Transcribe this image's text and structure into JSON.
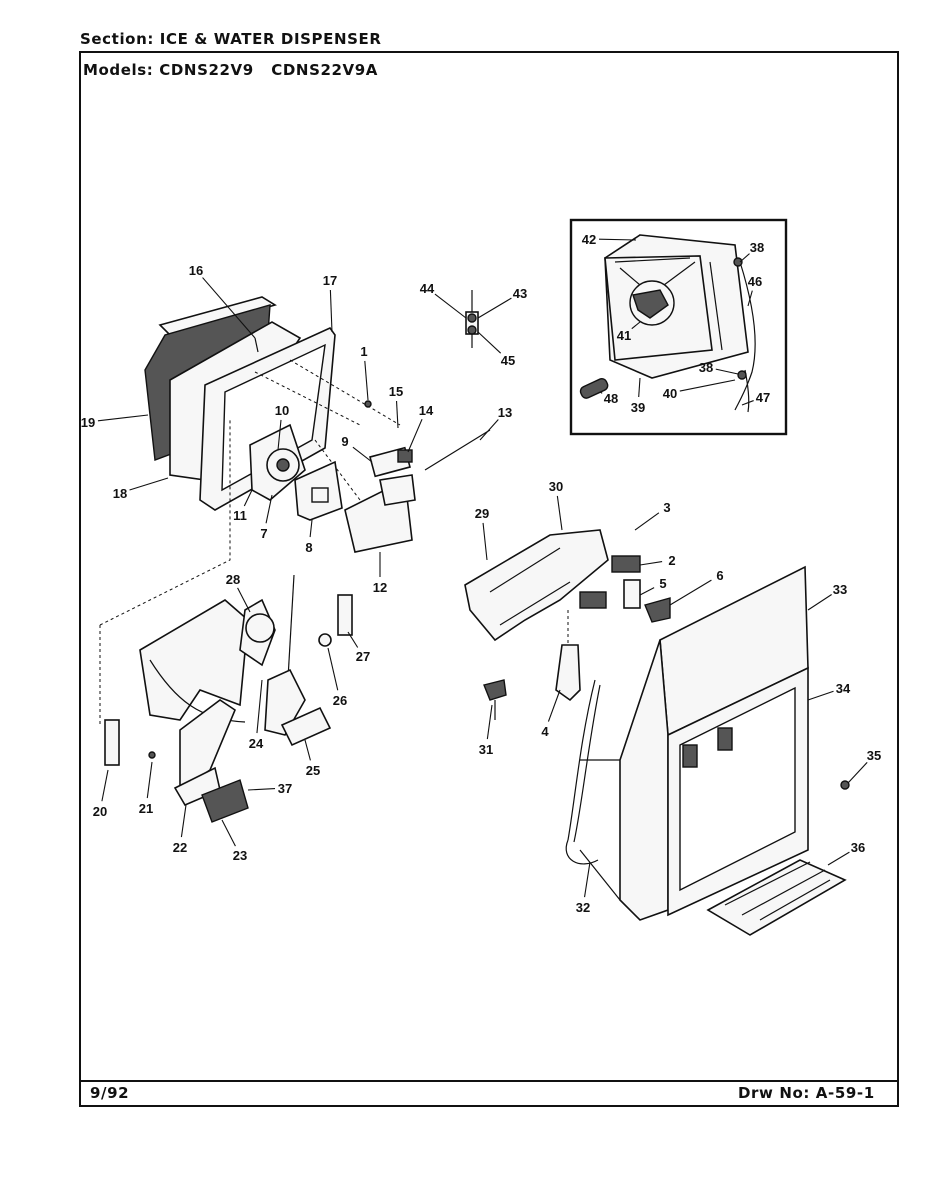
{
  "header": {
    "section_label": "Section:",
    "section_value": "ICE & WATER DISPENSER",
    "models_label": "Models:",
    "models_value": "CDNS22V9   CDNS22V9A"
  },
  "footer": {
    "date": "9/92",
    "drawing_number": "Drw No: A-59-1"
  },
  "callouts": [
    {
      "id": "c1",
      "text": "1"
    },
    {
      "id": "c2",
      "text": "2"
    },
    {
      "id": "c3",
      "text": "3"
    },
    {
      "id": "c4",
      "text": "4"
    },
    {
      "id": "c5",
      "text": "5"
    },
    {
      "id": "c6",
      "text": "6"
    },
    {
      "id": "c7",
      "text": "7"
    },
    {
      "id": "c8",
      "text": "8"
    },
    {
      "id": "c9",
      "text": "9"
    },
    {
      "id": "c10",
      "text": "10"
    },
    {
      "id": "c11",
      "text": "11"
    },
    {
      "id": "c12",
      "text": "12"
    },
    {
      "id": "c13",
      "text": "13"
    },
    {
      "id": "c14",
      "text": "14"
    },
    {
      "id": "c15",
      "text": "15"
    },
    {
      "id": "c16",
      "text": "16"
    },
    {
      "id": "c17",
      "text": "17"
    },
    {
      "id": "c18",
      "text": "18"
    },
    {
      "id": "c19",
      "text": "19"
    },
    {
      "id": "c20",
      "text": "20"
    },
    {
      "id": "c21",
      "text": "21"
    },
    {
      "id": "c22",
      "text": "22"
    },
    {
      "id": "c23",
      "text": "23"
    },
    {
      "id": "c24",
      "text": "24"
    },
    {
      "id": "c25",
      "text": "25"
    },
    {
      "id": "c26",
      "text": "26"
    },
    {
      "id": "c27",
      "text": "27"
    },
    {
      "id": "c28",
      "text": "28"
    },
    {
      "id": "c29",
      "text": "29"
    },
    {
      "id": "c30",
      "text": "30"
    },
    {
      "id": "c31",
      "text": "31"
    },
    {
      "id": "c32",
      "text": "32"
    },
    {
      "id": "c33",
      "text": "33"
    },
    {
      "id": "c34",
      "text": "34"
    },
    {
      "id": "c35",
      "text": "35"
    },
    {
      "id": "c36",
      "text": "36"
    },
    {
      "id": "c37",
      "text": "37"
    },
    {
      "id": "c38a",
      "text": "38"
    },
    {
      "id": "c38b",
      "text": "38"
    },
    {
      "id": "c39",
      "text": "39"
    },
    {
      "id": "c40",
      "text": "40"
    },
    {
      "id": "c41",
      "text": "41"
    },
    {
      "id": "c42",
      "text": "42"
    },
    {
      "id": "c43",
      "text": "43"
    },
    {
      "id": "c44",
      "text": "44"
    },
    {
      "id": "c45",
      "text": "45"
    },
    {
      "id": "c46",
      "text": "46"
    },
    {
      "id": "c47",
      "text": "47"
    },
    {
      "id": "c48",
      "text": "48"
    }
  ]
}
